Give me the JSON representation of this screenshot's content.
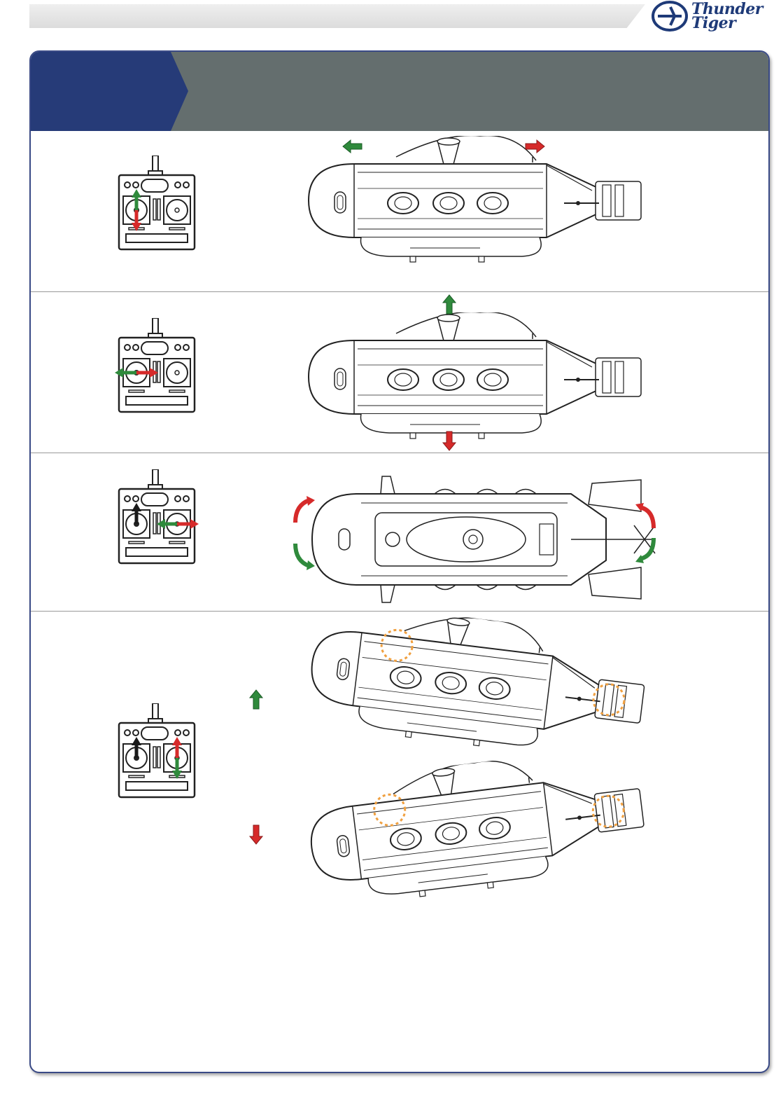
{
  "brand": {
    "logo_line1": "Thunder",
    "logo_line2": "Tiger",
    "color_primary": "#263b78",
    "color_header": "#646e6e"
  },
  "colors": {
    "up_arrow": "#2f8a3c",
    "down_arrow": "#d62a2a",
    "neutral_arrow": "#1a1a1a",
    "highlight_circle": "#f0a040"
  },
  "rows": [
    {
      "id": "forward-reverse",
      "transmitter": "left-stick-vertical",
      "boat_view": "side",
      "arrows": [
        "green-left",
        "red-right"
      ]
    },
    {
      "id": "surface-dive",
      "transmitter": "left-stick-horizontal",
      "boat_view": "side",
      "arrows": [
        "green-up",
        "red-down"
      ]
    },
    {
      "id": "turn",
      "transmitter": "right-stick-horizontal",
      "boat_view": "top",
      "arrows": [
        "red-curve-cw",
        "green-curve-ccw"
      ]
    },
    {
      "id": "pitch",
      "transmitter": "right-stick-vertical",
      "boat_view": "side-tilted",
      "arrows": [
        "green-up",
        "red-down"
      ]
    }
  ]
}
